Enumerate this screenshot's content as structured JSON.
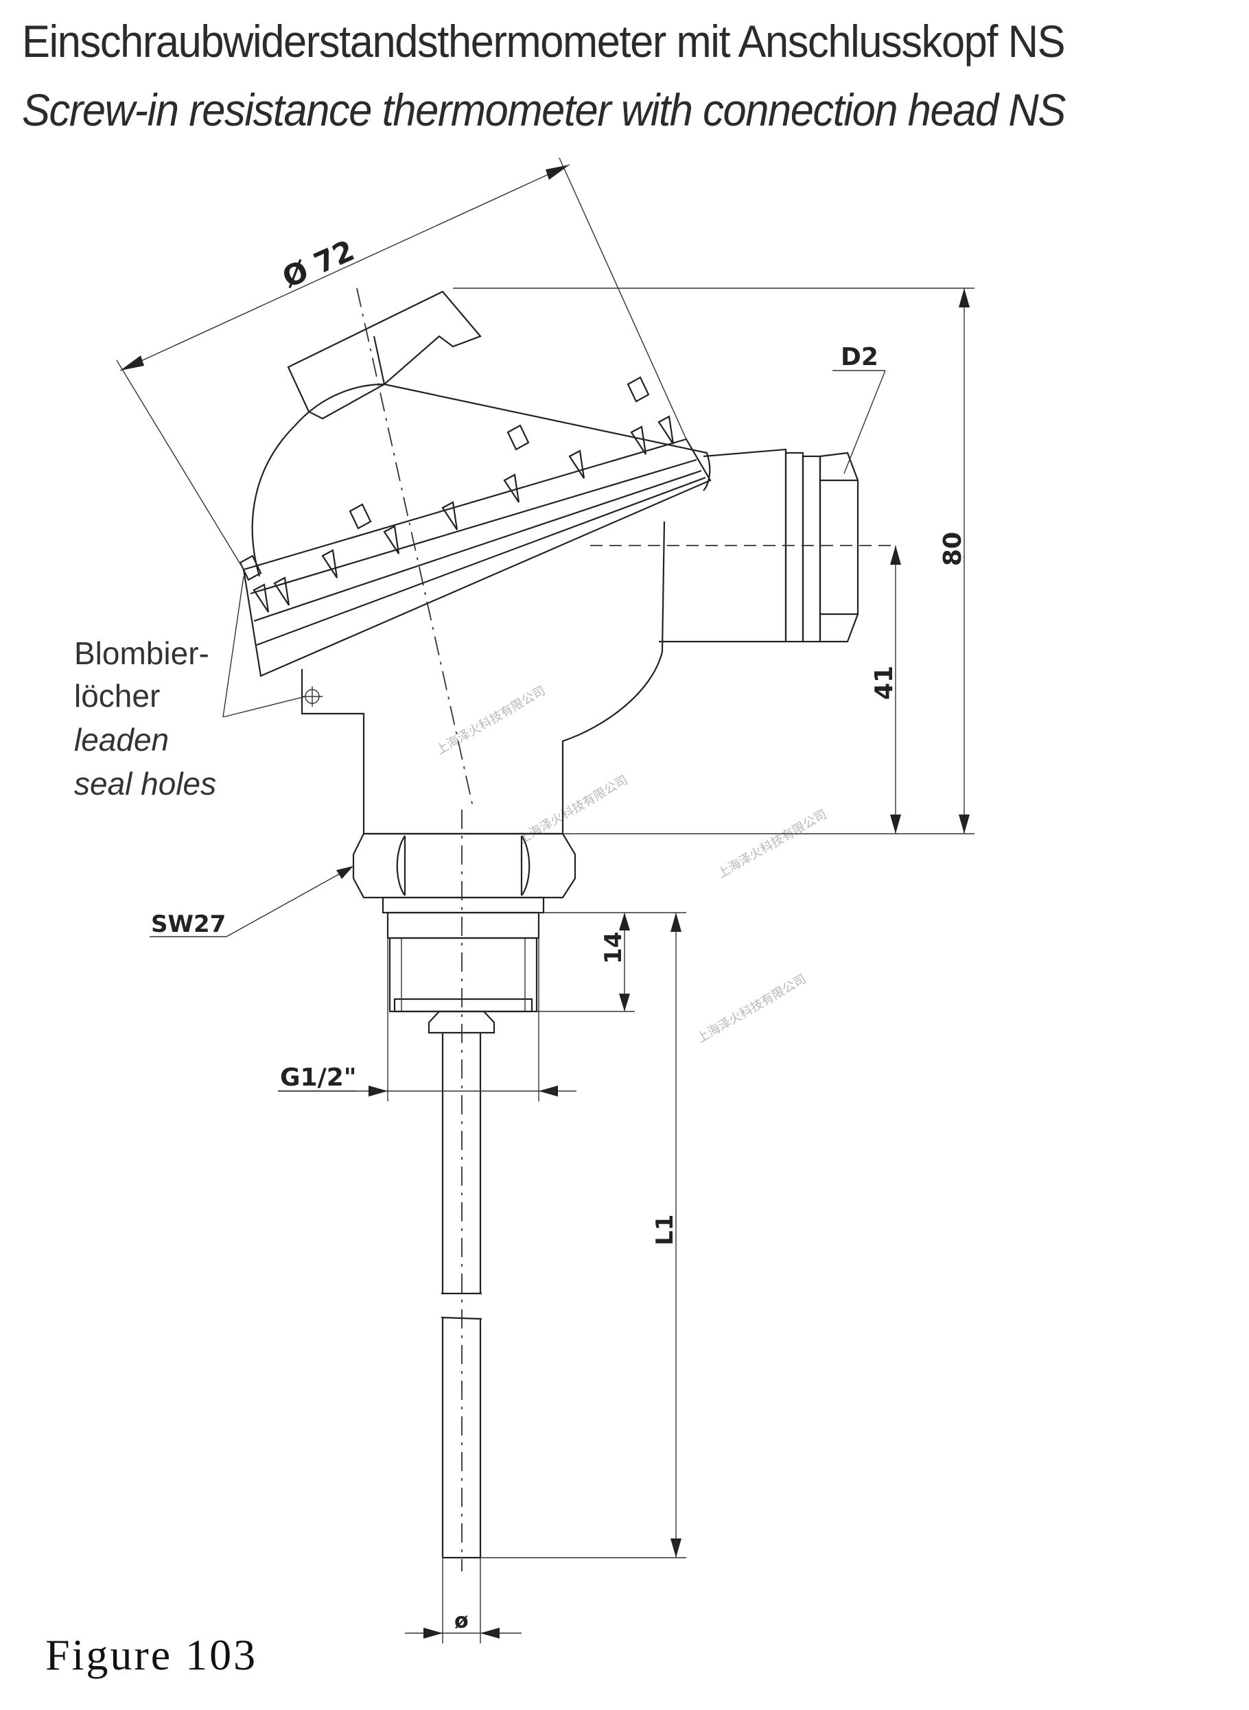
{
  "title_de": "Einschraubwiderstandsthermometer mit Anschlusskopf NS",
  "title_en": "Screw-in resistance thermometer with connection head NS",
  "figure_label": "Figure 103",
  "labels": {
    "seal_de_1": "Blombier-",
    "seal_de_2": "löcher",
    "seal_en_1": "leaden",
    "seal_en_2": "seal holes",
    "hex": "SW27",
    "thread": "G1/2\"",
    "cable": "D2"
  },
  "dimensions": {
    "head_diameter": "Ø 72",
    "height_total": "80",
    "height_axis": "41",
    "thread_length": "14",
    "insertion_length": "L1",
    "probe_diameter": "ø"
  },
  "watermark": "上海泽火科技有限公司"
}
